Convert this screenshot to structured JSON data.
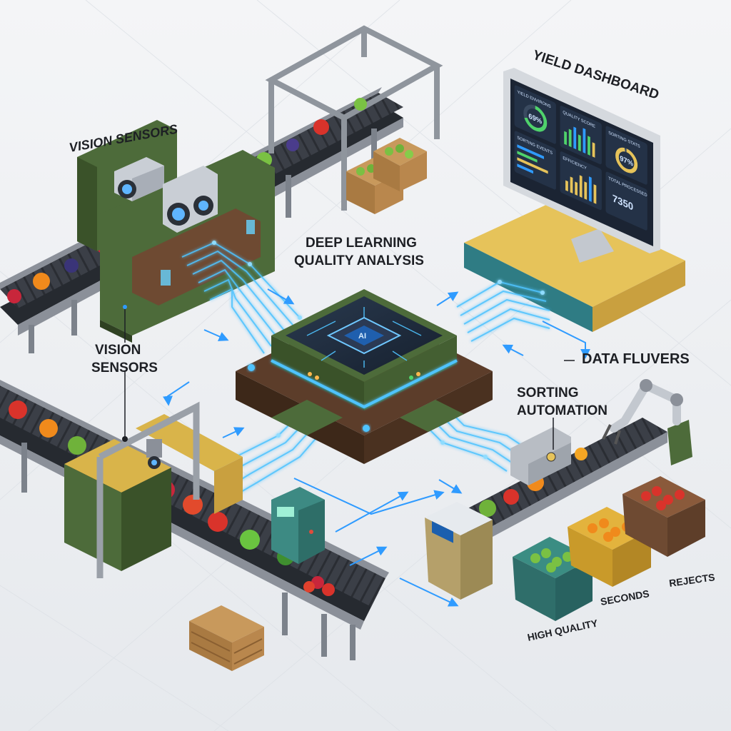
{
  "labels": {
    "vision_sensors_top": "VISION SENSORS",
    "yield_dashboard": "YIELD DASHBOARD",
    "deep_learning_line1": "DEEP LEARNING",
    "deep_learning_line2": "QUALITY ANALYSIS",
    "vision_sensors_mid_line1": "VISION",
    "vision_sensors_mid_line2": "SENSORS",
    "data_flows": "DATA FLUVERS",
    "sorting_line1": "SORTING",
    "sorting_line2": "AUTOMATION",
    "bin_high_quality": "HIGH QUALITY",
    "bin_seconds": "SECONDS",
    "bin_rejects": "REJECTS"
  },
  "dashboard": {
    "panel_1_title": "YIELD ENVIRONS",
    "panel_1_value": "69%",
    "panel_2_title": "QUALITY SCORE",
    "panel_3_title": "SORTING EVENTS",
    "panel_4_title": "EFFICIENCY",
    "panel_5_title": "SORTING STATS",
    "panel_5_value": "97%",
    "panel_6_title": "TOTAL PROCESSED",
    "panel_6_value": "7350",
    "progress_1": 0.69,
    "progress_2": 0.97
  },
  "chip_label": "AI",
  "colors": {
    "accent_blue": "#2f9bff",
    "circuit_glow": "#4fc3ff",
    "machine_green": "#4d6b3a",
    "machine_brown": "#6e4a32",
    "machine_yellow": "#d9b44a",
    "machine_teal": "#2f7c84",
    "conveyor": "#3c4149",
    "screen_bg": "#1b2433"
  },
  "icons": {
    "camera": "camera-icon",
    "ai_chip": "ai-chip-icon",
    "robot_arm": "robot-arm-icon",
    "monitor": "monitor-icon",
    "crate": "crate-icon"
  }
}
